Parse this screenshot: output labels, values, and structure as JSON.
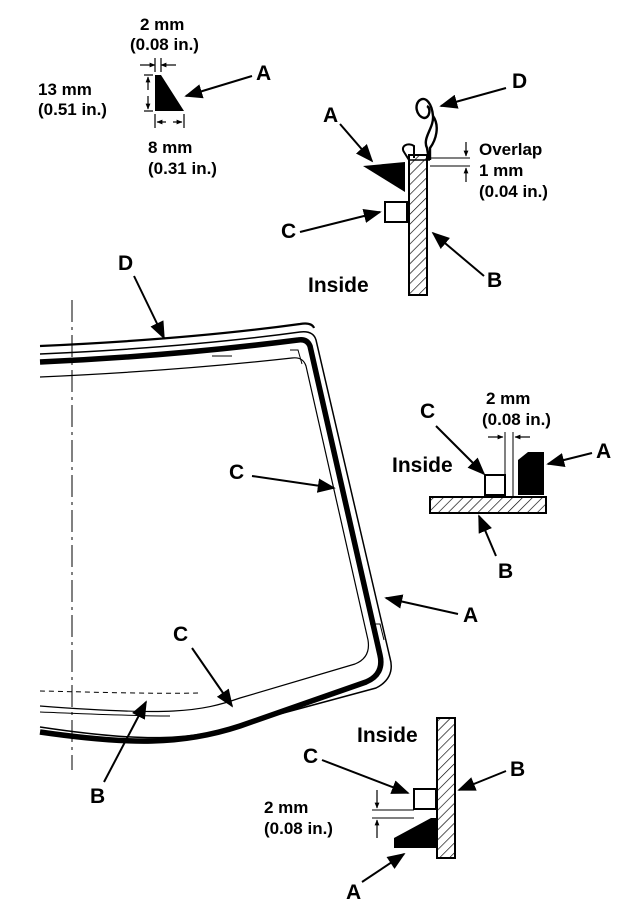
{
  "callouts": {
    "a": "A",
    "b": "B",
    "c": "C",
    "d": "D"
  },
  "labels": {
    "inside": "Inside",
    "overlap": "Overlap"
  },
  "dimensions": {
    "d2mm": "2 mm",
    "d2mm_in": "(0.08 in.)",
    "d13mm": "13 mm",
    "d13mm_in": "(0.51 in.)",
    "d8mm": "8 mm",
    "d8mm_in": "(0.31 in.)",
    "d1mm": "1 mm",
    "d1mm_in": "(0.04 in.)"
  },
  "colors": {
    "ink": "#000000",
    "paper": "#ffffff"
  }
}
